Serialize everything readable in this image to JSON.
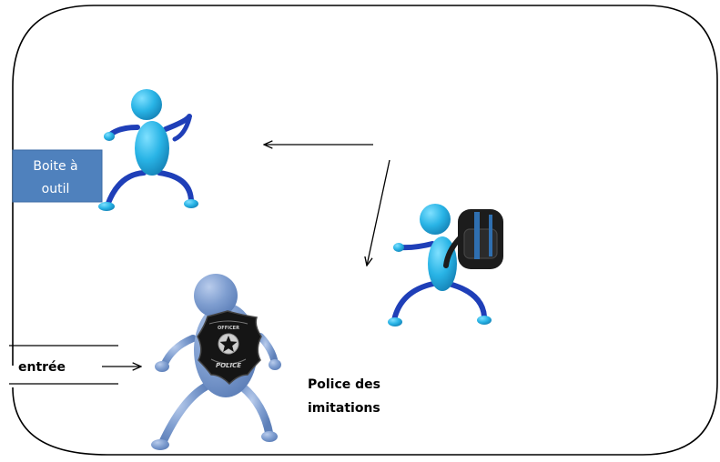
{
  "toolbox": {
    "line1": "Boite à",
    "line2": "outil"
  },
  "entry": {
    "label": "entrée"
  },
  "police": {
    "line1": "Police des",
    "line2": "imitations"
  },
  "badge": {
    "top_text": "OFFICER",
    "bottom_text": "POLICE"
  },
  "colors": {
    "figure_body": "#29b4e6",
    "figure_limbs": "#1f3fb8",
    "police_body": "#7f9ed0",
    "toolbox_fill": "#4f81bd",
    "badge_fill": "#151515",
    "backpack": "#1c1c1c",
    "frame": "#000000"
  },
  "icons": [
    "person-figure-icon",
    "backpack-icon",
    "police-badge-icon",
    "arrow-icon"
  ]
}
